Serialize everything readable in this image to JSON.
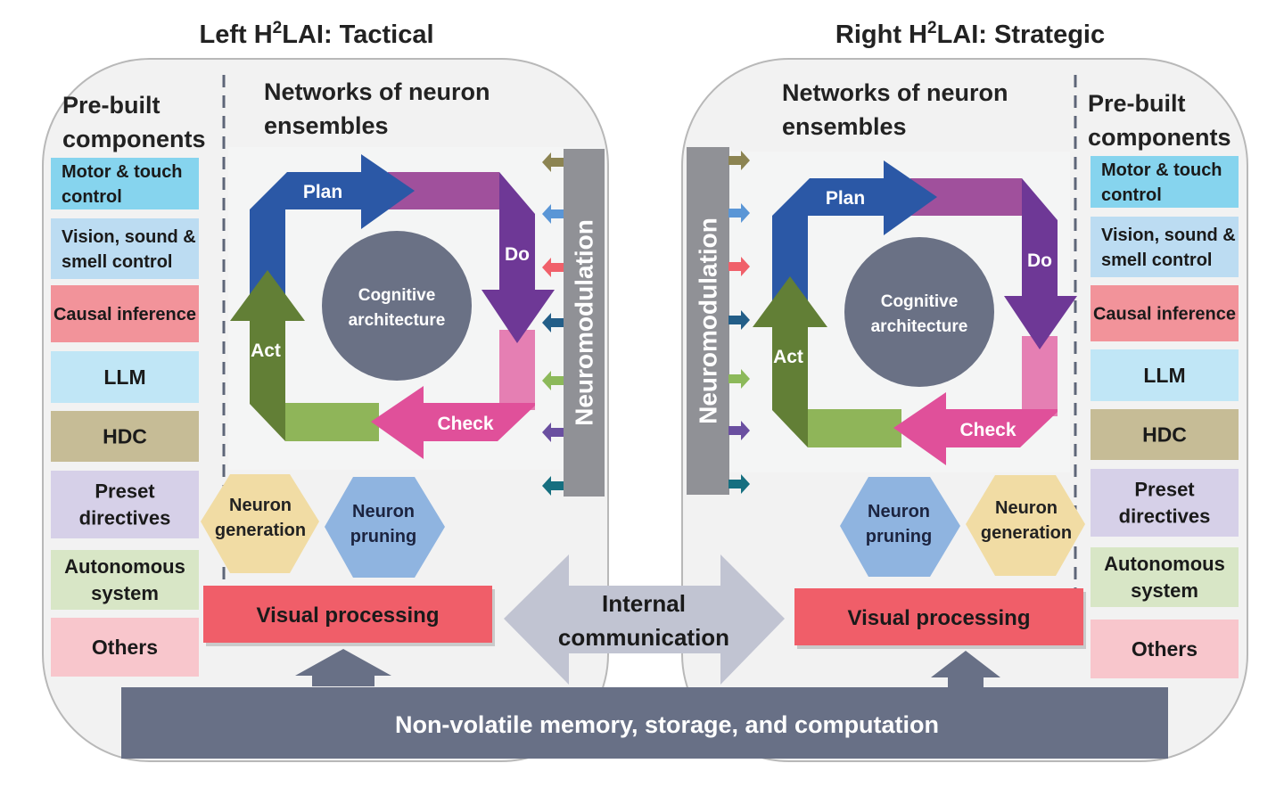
{
  "left": {
    "title_prefix": "Left H",
    "title_sup": "2",
    "title_suffix": "LAI: Tactical",
    "prebuilt_title": [
      "Pre-built",
      "components"
    ],
    "networks_title": [
      "Networks of neuron",
      "ensembles"
    ],
    "components": [
      {
        "lines": [
          "Motor & touch",
          "control"
        ],
        "color": "#86d4ee"
      },
      {
        "lines": [
          "Vision, sound &",
          "smell control"
        ],
        "color": "#bcdcf2"
      },
      {
        "lines": [
          "Causal inference"
        ],
        "color": "#f2939a"
      },
      {
        "lines": [
          "LLM"
        ],
        "color": "#c0e6f6"
      },
      {
        "lines": [
          "HDC"
        ],
        "color": "#c6bc96"
      },
      {
        "lines": [
          "Preset",
          "directives"
        ],
        "color": "#d6d0e8"
      },
      {
        "lines": [
          "Autonomous",
          "system"
        ],
        "color": "#d8e6c6"
      },
      {
        "lines": [
          "Others"
        ],
        "color": "#f8c6cc"
      }
    ],
    "neuron_generation": [
      "Neuron",
      "generation"
    ],
    "neuron_pruning": [
      "Neuron",
      "pruning"
    ],
    "visual_processing": "Visual processing"
  },
  "right": {
    "title_prefix": "Right H",
    "title_sup": "2",
    "title_suffix": "LAI: Strategic",
    "prebuilt_title": [
      "Pre-built",
      "components"
    ],
    "networks_title": [
      "Networks of neuron",
      "ensembles"
    ],
    "components": [
      {
        "lines": [
          "Motor & touch",
          "control"
        ],
        "color": "#86d4ee"
      },
      {
        "lines": [
          "Vision, sound &",
          "smell control"
        ],
        "color": "#bcdcf2"
      },
      {
        "lines": [
          "Causal inference"
        ],
        "color": "#f2939a"
      },
      {
        "lines": [
          "LLM"
        ],
        "color": "#c0e6f6"
      },
      {
        "lines": [
          "HDC"
        ],
        "color": "#c6bc96"
      },
      {
        "lines": [
          "Preset",
          "directives"
        ],
        "color": "#d6d0e8"
      },
      {
        "lines": [
          "Autonomous",
          "system"
        ],
        "color": "#d8e6c6"
      },
      {
        "lines": [
          "Others"
        ],
        "color": "#f8c6cc"
      }
    ],
    "neuron_generation": [
      "Neuron",
      "generation"
    ],
    "neuron_pruning": [
      "Neuron",
      "pruning"
    ],
    "visual_processing": "Visual processing"
  },
  "cycle": {
    "plan": "Plan",
    "do": "Do",
    "check": "Check",
    "act": "Act",
    "center": [
      "Cognitive",
      "architecture"
    ],
    "colors": {
      "plan": "#2b58a6",
      "plan_tail": "#3f6db5",
      "do": "#6e3896",
      "do_tail": "#a0509c",
      "check": "#e0509a",
      "check_tail": "#e57fb3",
      "act": "#627f36",
      "act_tail": "#8fb559",
      "center": "#6a7185"
    }
  },
  "neuromodulation": {
    "label": "Neuromodulation",
    "arrow_colors": [
      "#8c8452",
      "#5a96d6",
      "#f0606a",
      "#235e88",
      "#8cb95a",
      "#6a4fa0",
      "#166f80"
    ]
  },
  "internal_communication": [
    "Internal",
    "communication"
  ],
  "memory_bar": "Non-volatile memory, storage, and computation"
}
